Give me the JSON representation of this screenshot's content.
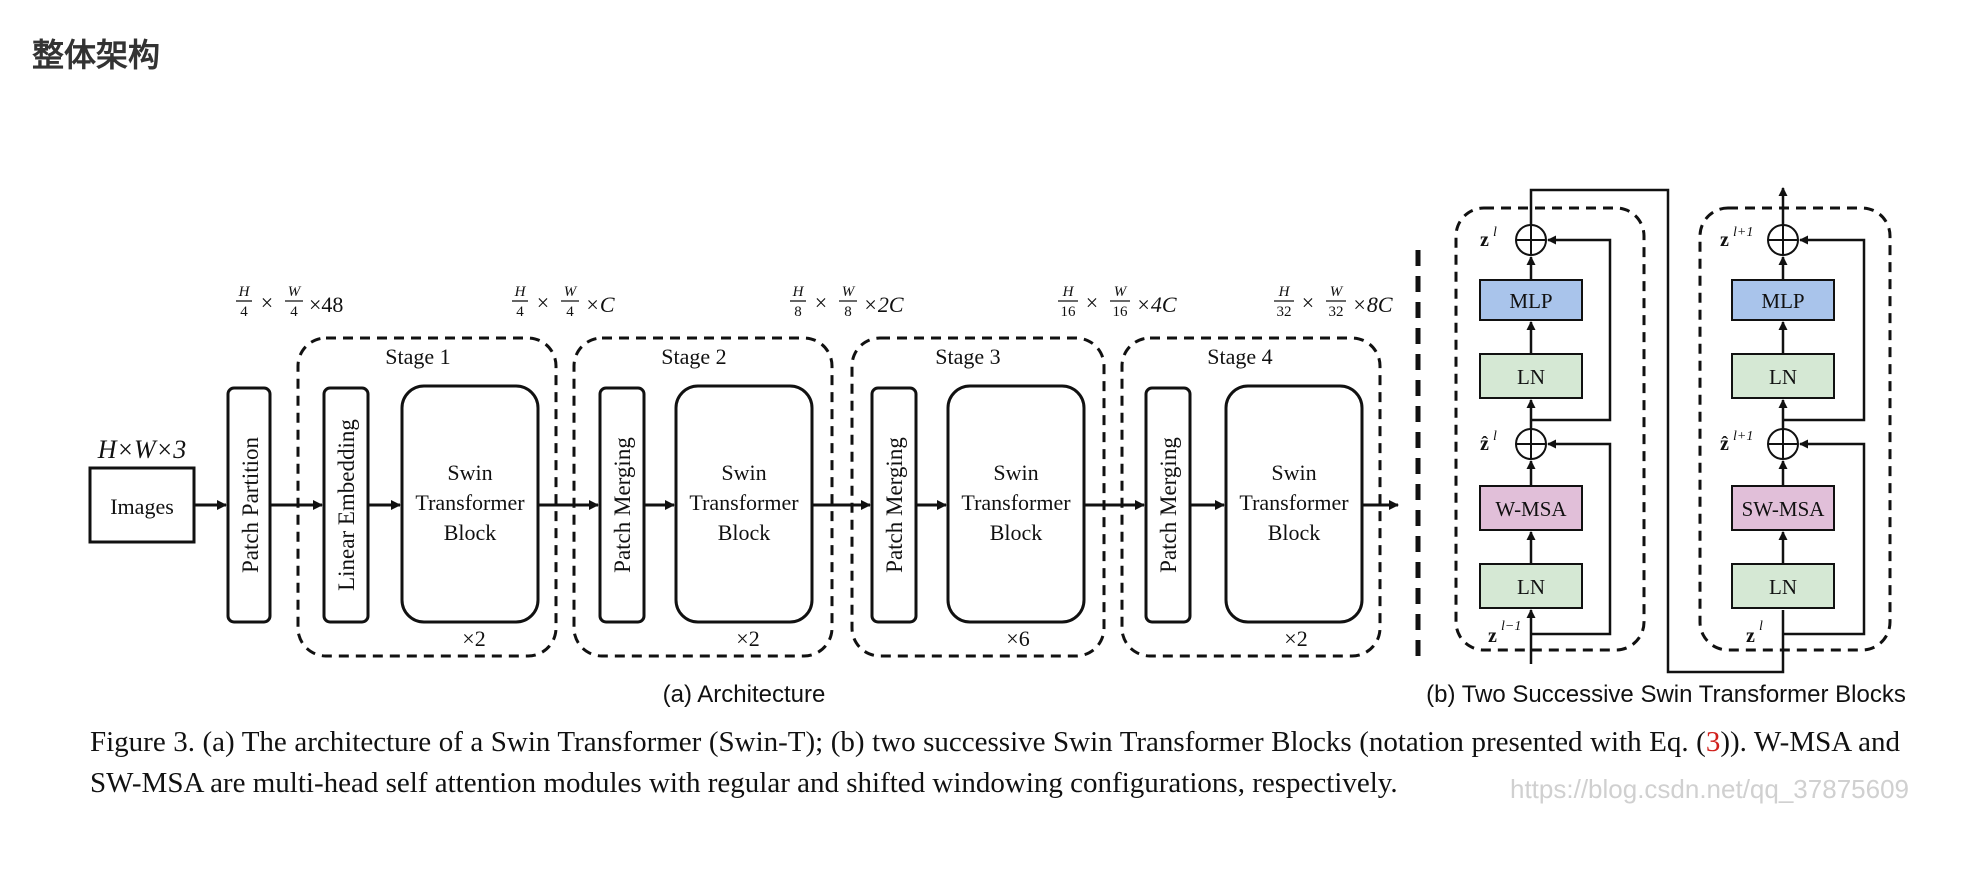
{
  "heading": "整体架构",
  "input_dim": "H×W×3",
  "images_label": "Images",
  "patch_partition_label": "Patch Partition",
  "linear_embedding_label": "Linear Embedding",
  "patch_merging_label": "Patch Merging",
  "swin_block": {
    "line1": "Swin",
    "line2": "Transformer",
    "line3": "Block"
  },
  "stages": [
    {
      "label": "Stage 1",
      "repeat": "×2"
    },
    {
      "label": "Stage 2",
      "repeat": "×2"
    },
    {
      "label": "Stage 3",
      "repeat": "×6"
    },
    {
      "label": "Stage 4",
      "repeat": "×2"
    }
  ],
  "dims": [
    {
      "h": "H",
      "hd": "4",
      "w": "W",
      "wd": "4",
      "c": "×48"
    },
    {
      "h": "H",
      "hd": "4",
      "w": "W",
      "wd": "4",
      "c": "×C"
    },
    {
      "h": "H",
      "hd": "8",
      "w": "W",
      "wd": "8",
      "c": "×2C"
    },
    {
      "h": "H",
      "hd": "16",
      "w": "W",
      "wd": "16",
      "c": "×4C"
    },
    {
      "h": "H",
      "hd": "32",
      "w": "W",
      "wd": "32",
      "c": "×8C"
    }
  ],
  "times": "×",
  "arch_caption": "(a) Architecture",
  "blocks_caption": "(b) Two Successive Swin Transformer Blocks",
  "block_a": {
    "mlp": "MLP",
    "ln": "LN",
    "attn": "W-MSA",
    "z_out": "z",
    "z_out_sup": "l",
    "z_hat": "ẑ",
    "z_hat_sup": "l",
    "z_in": "z",
    "z_in_sup": "l−1"
  },
  "block_b": {
    "mlp": "MLP",
    "ln": "LN",
    "attn": "SW-MSA",
    "z_out": "z",
    "z_out_sup": "l+1",
    "z_hat": "ẑ",
    "z_hat_sup": "l+1",
    "z_in": "z",
    "z_in_sup": "l"
  },
  "colors": {
    "mlp": "#a9c4eb",
    "ln": "#d5e8d4",
    "msa": "#e1bfd9"
  },
  "caption": {
    "part1": "Figure 3. (a) The architecture of a Swin Transformer (Swin-T); (b) two successive Swin Transformer Blocks (notation presented with Eq. (",
    "ref": "3",
    "part2": ")). W-MSA and SW-MSA are multi-head self attention modules with regular and shifted windowing configurations, respectively."
  },
  "watermark": "https://blog.csdn.net/qq_37875609"
}
